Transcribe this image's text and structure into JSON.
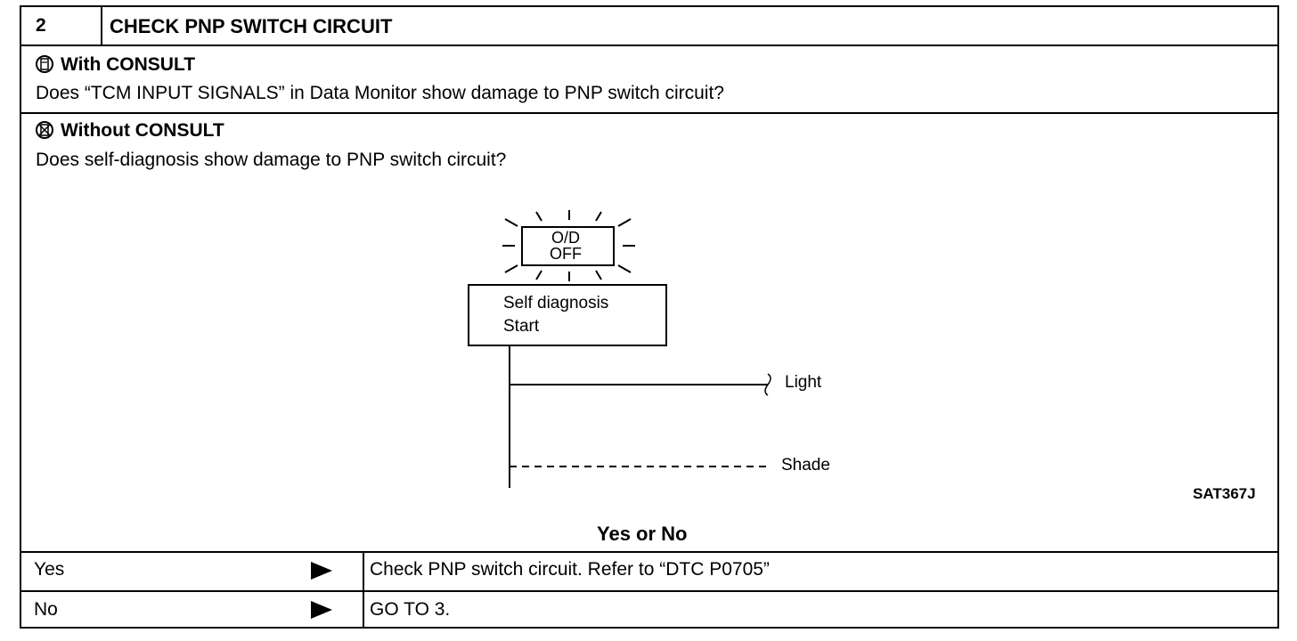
{
  "header": {
    "step_number": "2",
    "title": "CHECK PNP SWITCH CIRCUIT"
  },
  "with_consult": {
    "icon": "consult-tool-icon",
    "heading": "With CONSULT",
    "question": "Does “TCM INPUT SIGNALS” in Data Monitor show damage to PNP switch circuit?"
  },
  "without_consult": {
    "icon": "no-consult-tool-icon",
    "heading": "Without CONSULT",
    "question": "Does self-diagnosis show damage to PNP switch circuit?"
  },
  "diagram": {
    "lamp_line1": "O/D",
    "lamp_line2": "OFF",
    "box_line1": "Self  diagnosis",
    "box_line2": "Start",
    "light_label": "Light",
    "shade_label": "Shade",
    "figure_code": "SAT367J"
  },
  "prompt": "Yes or No",
  "answers": [
    {
      "label": "Yes",
      "action": "Check PNP switch circuit. Refer to “DTC P0705”"
    },
    {
      "label": "No",
      "action": "GO TO 3."
    }
  ]
}
